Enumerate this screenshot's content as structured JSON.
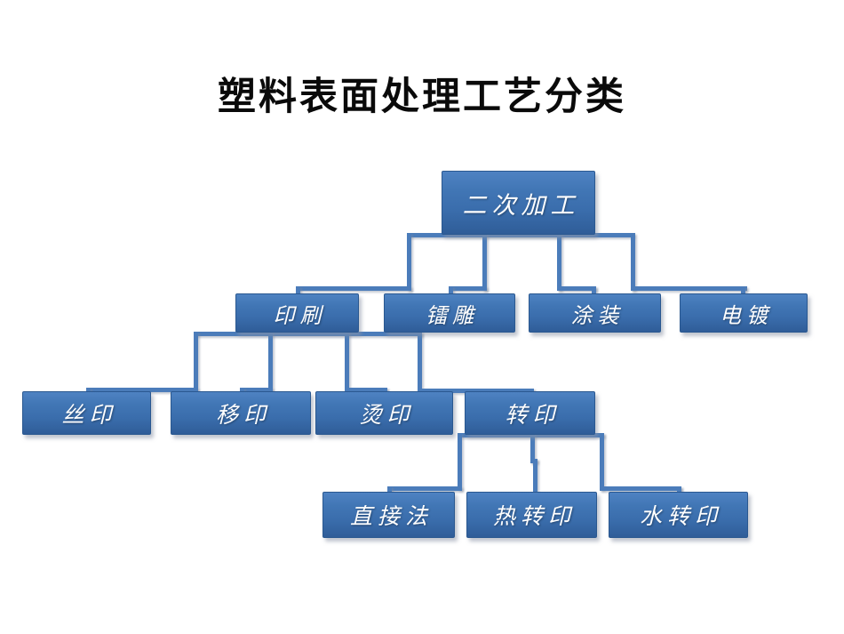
{
  "title": "塑料表面处理工艺分类",
  "nodes": [
    {
      "id": "secondary-processing",
      "label": "二次加工",
      "level": 1
    },
    {
      "id": "printing",
      "label": "印刷",
      "level": 2,
      "parent": "二次加工"
    },
    {
      "id": "laser-engraving",
      "label": "镭雕",
      "level": 2,
      "parent": "二次加工"
    },
    {
      "id": "coating",
      "label": "涂装",
      "level": 2,
      "parent": "二次加工"
    },
    {
      "id": "electroplating",
      "label": "电镀",
      "level": 2,
      "parent": "二次加工"
    },
    {
      "id": "silk-screen",
      "label": "丝印",
      "level": 3,
      "parent": "印刷"
    },
    {
      "id": "pad-printing",
      "label": "移印",
      "level": 3,
      "parent": "印刷"
    },
    {
      "id": "hot-stamping",
      "label": "烫印",
      "level": 3,
      "parent": "印刷"
    },
    {
      "id": "transfer-printing",
      "label": "转印",
      "level": 3,
      "parent": "印刷"
    },
    {
      "id": "direct-method",
      "label": "直接法",
      "level": 4,
      "parent": "转印"
    },
    {
      "id": "thermal-transfer",
      "label": "热转印",
      "level": 4,
      "parent": "转印"
    },
    {
      "id": "water-transfer",
      "label": "水转印",
      "level": 4,
      "parent": "转印"
    }
  ],
  "hierarchy": {
    "二次加工": {
      "印刷": {
        "丝印": {},
        "移印": {},
        "烫印": {},
        "转印": {
          "直接法": {},
          "热转印": {},
          "水转印": {}
        }
      },
      "镭雕": {},
      "涂装": {},
      "电镀": {}
    }
  },
  "colors": {
    "node_fill_top": "#4e82c2",
    "node_fill_bottom": "#2f5d98",
    "node_border": "#2a5890",
    "connector": "#4b7cba",
    "node_text": "#ffffff",
    "title_text": "#000000",
    "background": "#ffffff"
  }
}
